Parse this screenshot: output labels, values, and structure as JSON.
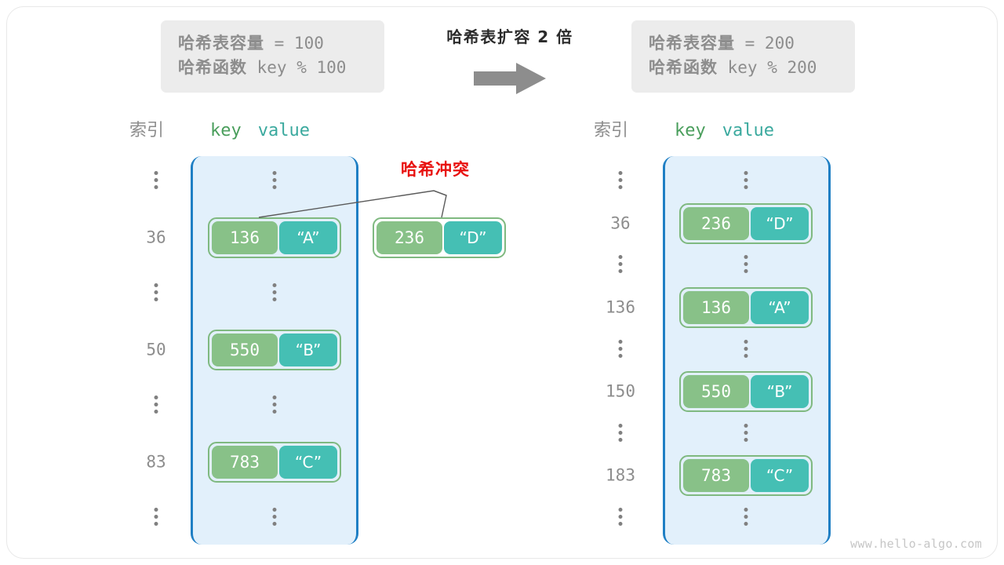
{
  "watermark": "www.hello-algo.com",
  "colors": {
    "key_fill": "#88c188",
    "value_fill": "#45bfb4",
    "pair_border": "#7fb980",
    "table_fill": "#e2f0fb",
    "table_border": "#1f7fc4",
    "index_text": "#8d8d8d",
    "collision_text": "#e8110f",
    "info_box_bg": "#ececec",
    "arrow_fill": "#8d8d8d"
  },
  "transform": {
    "caption": "哈希表扩容 2 倍",
    "arrow_icon": "right-arrow-icon"
  },
  "info_left": {
    "capacity_label": "哈希表容量",
    "capacity_expr": " = 100",
    "function_label": "哈希函数",
    "function_expr": " key % 100"
  },
  "info_right": {
    "capacity_label": "哈希表容量",
    "capacity_expr": " = 200",
    "function_label": "哈希函数",
    "function_expr": " key % 200"
  },
  "headers": {
    "index": "索引",
    "key": "key",
    "value": "value"
  },
  "collision": {
    "label": "哈希冲突"
  },
  "left_table": {
    "rows": [
      {
        "index": "⋮",
        "type": "ellipsis"
      },
      {
        "index": "36",
        "type": "entry",
        "key": "136",
        "value": "“A”"
      },
      {
        "index": "⋮",
        "type": "ellipsis"
      },
      {
        "index": "50",
        "type": "entry",
        "key": "550",
        "value": "“B”"
      },
      {
        "index": "⋮",
        "type": "ellipsis"
      },
      {
        "index": "83",
        "type": "entry",
        "key": "783",
        "value": "“C”"
      },
      {
        "index": "⋮",
        "type": "ellipsis"
      }
    ]
  },
  "floating_entry": {
    "key": "236",
    "value": "“D”"
  },
  "right_table": {
    "rows": [
      {
        "index": "⋮",
        "type": "ellipsis"
      },
      {
        "index": "36",
        "type": "entry",
        "key": "236",
        "value": "“D”"
      },
      {
        "index": "⋮",
        "type": "ellipsis"
      },
      {
        "index": "136",
        "type": "entry",
        "key": "136",
        "value": "“A”"
      },
      {
        "index": "⋮",
        "type": "ellipsis"
      },
      {
        "index": "150",
        "type": "entry",
        "key": "550",
        "value": "“B”"
      },
      {
        "index": "⋮",
        "type": "ellipsis"
      },
      {
        "index": "183",
        "type": "entry",
        "key": "783",
        "value": "“C”"
      },
      {
        "index": "⋮",
        "type": "ellipsis"
      }
    ]
  }
}
